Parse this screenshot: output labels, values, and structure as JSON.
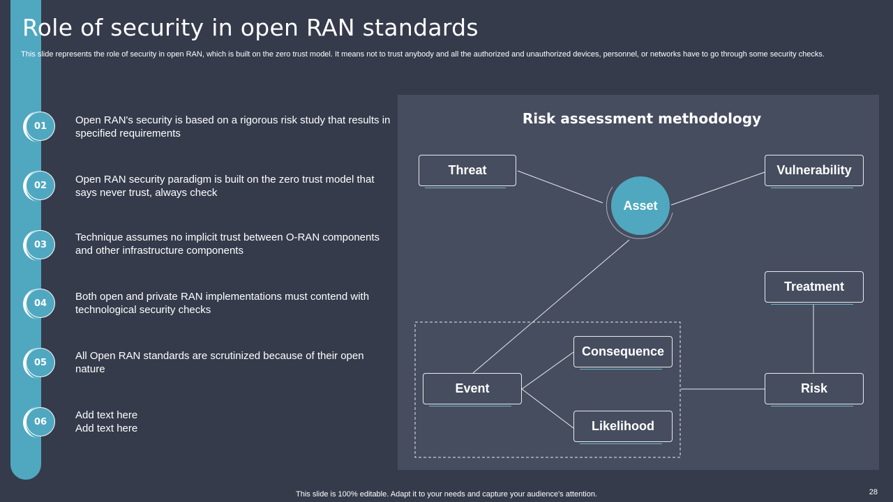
{
  "slide": {
    "title": "Role of security in open RAN standards",
    "subtitle": "This slide represents the role of security in open RAN, which is built on the zero trust model. It means not to trust anybody and all the authorized and unauthorized devices, personnel, or networks have to go through some security checks.",
    "items": [
      {
        "number": "01",
        "text": "Open RAN's security is based on a rigorous risk study that results in specified requirements"
      },
      {
        "number": "02",
        "text": "Open RAN security paradigm is built on the zero trust model that says never trust, always check"
      },
      {
        "number": "03",
        "text": "Technique assumes no implicit trust between O-RAN components and other infrastructure components"
      },
      {
        "number": "04",
        "text": "Both open and private RAN implementations must contend with technological security checks"
      },
      {
        "number": "05",
        "text": "All Open RAN standards are scrutinized because of their open nature"
      },
      {
        "number": "06",
        "text": "Add text here\nAdd text here"
      }
    ],
    "footer": "This slide is 100% editable. Adapt it to your needs and capture your audience's attention.",
    "page_number": "28"
  },
  "diagram": {
    "title": "Risk assessment methodology",
    "center": "Asset",
    "nodes": {
      "threat": "Threat",
      "vulnerability": "Vulnerability",
      "treatment": "Treatment",
      "consequence": "Consequence",
      "event": "Event",
      "risk": "Risk",
      "likelihood": "Likelihood"
    },
    "edges": [
      [
        "threat",
        "asset"
      ],
      [
        "vulnerability",
        "asset"
      ],
      [
        "asset",
        "event"
      ],
      [
        "event",
        "consequence"
      ],
      [
        "event",
        "likelihood"
      ],
      [
        "event-group",
        "risk"
      ],
      [
        "treatment",
        "risk"
      ]
    ],
    "colors": {
      "accent": "#4fa8c0",
      "panel": "#464d5e",
      "background": "#353b4b"
    }
  }
}
